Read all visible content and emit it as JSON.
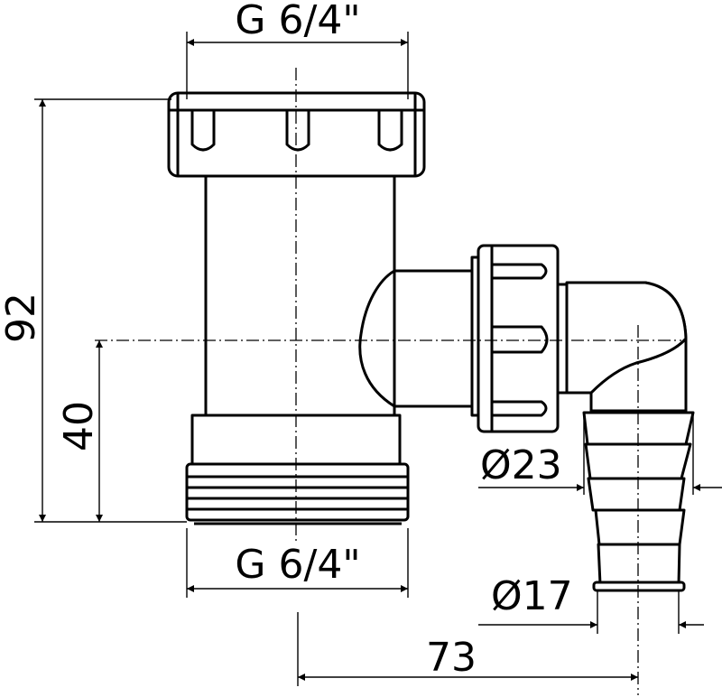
{
  "title": "Siphon connector dimension drawing",
  "dimensions": {
    "top_thread": "G 6/4\"",
    "bottom_thread": "G 6/4\"",
    "total_height": "92",
    "outlet_height": "40",
    "outlet_outer_diameter": "Ø23",
    "outlet_inner_diameter": "Ø17",
    "outlet_offset": "73"
  },
  "colors": {
    "line": "#000000",
    "background": "#ffffff"
  }
}
